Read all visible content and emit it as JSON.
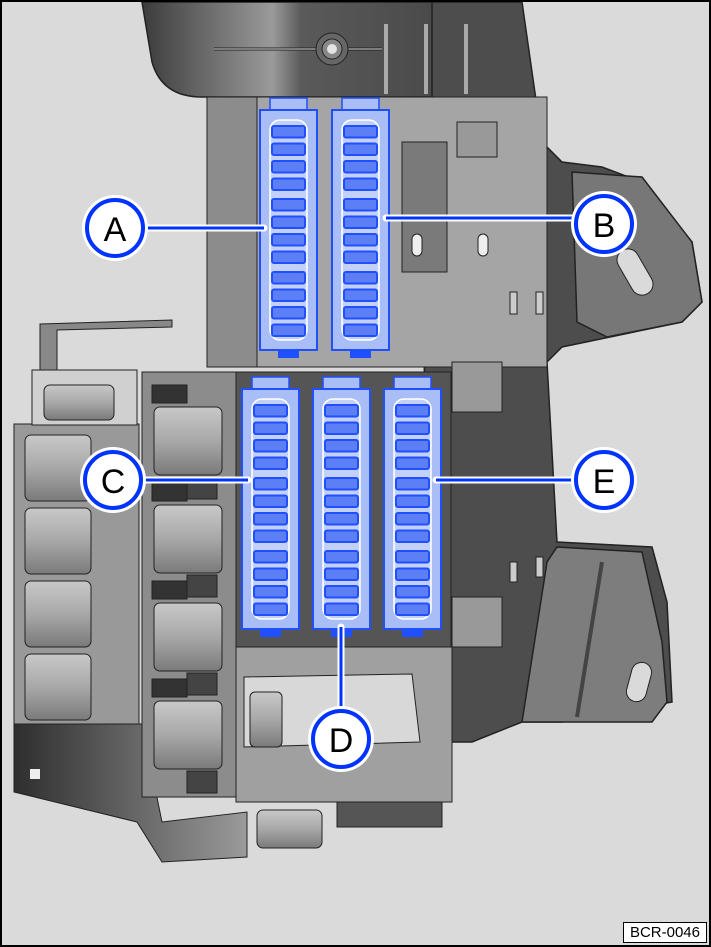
{
  "figure": {
    "reference_code": "BCR-0046",
    "subject": "fuse box with fuse holders",
    "colors": {
      "background": "#dadada",
      "housing_dark": "#4d4d4d",
      "housing_mid": "#8a8a8a",
      "housing_light": "#b4b4b4",
      "fuse_blue": "#1f4fff",
      "fuse_fill": "#a9bdf7",
      "fuse_slot": "#5d7ff5",
      "callout_ring": "#0033ff"
    }
  },
  "callouts": [
    {
      "id": "A",
      "label": "A",
      "target": "fuse-holder-a"
    },
    {
      "id": "B",
      "label": "B",
      "target": "fuse-holder-b"
    },
    {
      "id": "C",
      "label": "C",
      "target": "fuse-holder-c"
    },
    {
      "id": "D",
      "label": "D",
      "target": "fuse-holder-d"
    },
    {
      "id": "E",
      "label": "E",
      "target": "fuse-holder-e"
    }
  ],
  "fuse_holders": [
    {
      "id": "A",
      "fuse_count": 12
    },
    {
      "id": "B",
      "fuse_count": 12
    },
    {
      "id": "C",
      "fuse_count": 12
    },
    {
      "id": "D",
      "fuse_count": 12
    },
    {
      "id": "E",
      "fuse_count": 12
    }
  ],
  "relays": {
    "left_column_count": 4,
    "middle_column_count": 4
  }
}
